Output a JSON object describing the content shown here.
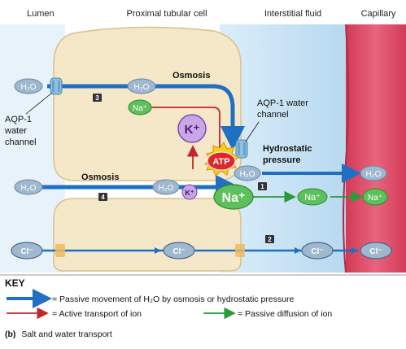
{
  "headers": {
    "lumen": "Lumen",
    "cell": "Proximal tubular cell",
    "interstitial": "Interstitial fluid",
    "capillary": "Capillary"
  },
  "labels": {
    "osmosis_top": "Osmosis",
    "osmosis_mid": "Osmosis",
    "aqp_left": [
      "AQP-1",
      "water",
      "channel"
    ],
    "aqp_right": [
      "AQP-1 water",
      "channel"
    ],
    "hydrostatic": [
      "Hydrostatic",
      "pressure"
    ],
    "atp": "ATP",
    "k_big": "K⁺",
    "k_small": "K⁺",
    "h2o": "H₂O",
    "na": "Na⁺",
    "cl": "Cl⁻"
  },
  "pathways": {
    "p1": "1",
    "p2": "2",
    "p3": "3",
    "p4": "4"
  },
  "key": {
    "title": "KEY",
    "passive_water": "= Passive movement of H₂O by osmosis or hydrostatic pressure",
    "active_ion": "= Active transport of ion",
    "passive_ion": "= Passive diffusion of ion"
  },
  "caption": {
    "letter": "(b)",
    "text": "Salt and water transport"
  },
  "colors": {
    "cell": "#f5e8c8",
    "interstitial": "#cfe6f5",
    "capillary": "#e0506a",
    "water_arrow": "#1f6fc4",
    "active_arrow": "#c0262a",
    "passive_arrow": "#2a9a3a",
    "na_fill": "#5cc05c",
    "k_fill": "#c9a6e8",
    "atp_fill": "#f2d21a",
    "molecule_fill": "#9fb7cf"
  }
}
